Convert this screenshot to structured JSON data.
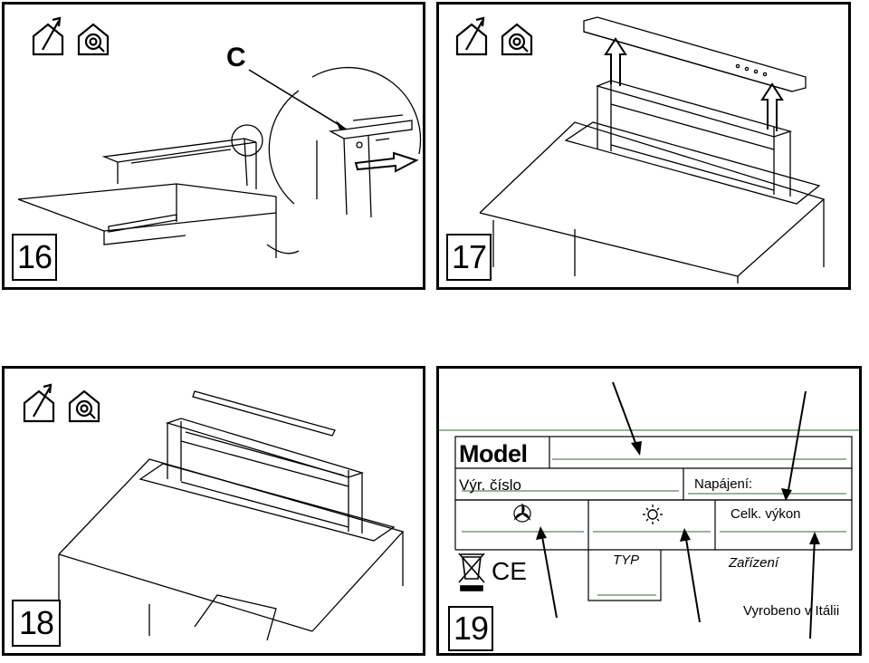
{
  "panels": [
    {
      "number": "16",
      "callout": "C"
    },
    {
      "number": "17"
    },
    {
      "number": "18"
    },
    {
      "number": "19"
    }
  ],
  "icons": [
    "house-vent-out-icon",
    "house-recirculation-icon"
  ],
  "rating_plate": {
    "model": "Model",
    "serial": "Výr. číslo",
    "supply": "Napájení:",
    "total_power": "Celk. výkon",
    "type": "TYP",
    "device": "Zařízení",
    "made_in": "Vyrobeno v Itálii",
    "ce_mark": "CE"
  },
  "colors": {
    "line": "#000000",
    "plate_accent": "#2e6b2e"
  }
}
